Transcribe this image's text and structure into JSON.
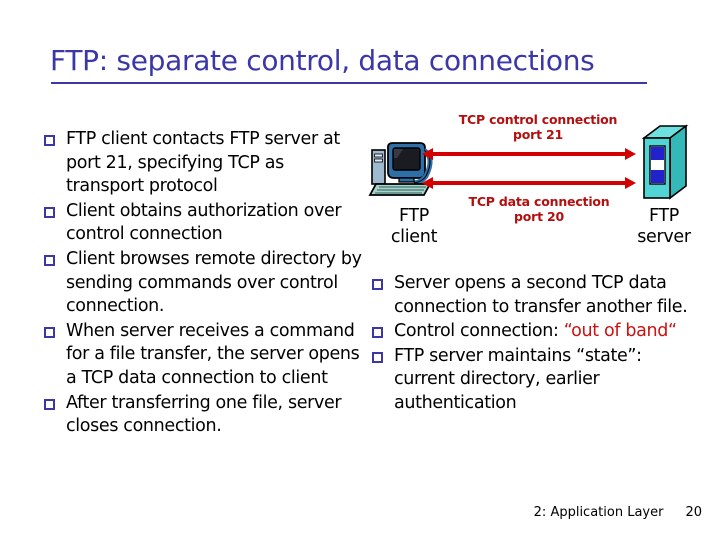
{
  "slide": {
    "title": "FTP: separate control, data connections",
    "title_color": "#3b37a8",
    "background": "#ffffff"
  },
  "left_bullets": [
    {
      "text": "FTP client contacts FTP server at port 21, specifying TCP as transport protocol"
    },
    {
      "text": "Client obtains authorization over control connection"
    },
    {
      "text": "Client browses remote directory by sending commands over control connection."
    },
    {
      "text": "When server receives a command for a file transfer, the server opens a TCP data connection to client"
    },
    {
      "text": "After transferring one file, server closes connection."
    }
  ],
  "right_bullets": [
    {
      "pre": "Server opens a second TCP data connection to transfer another file.",
      "highlight": "",
      "post": ""
    },
    {
      "pre": "Control connection: ",
      "highlight": "“out of band“",
      "post": ""
    },
    {
      "pre": "FTP server maintains “state”: current directory, earlier authentication",
      "highlight": "",
      "post": ""
    }
  ],
  "diagram": {
    "control_label_line1": "TCP control connection",
    "control_label_line2": "port 21",
    "data_label_line1": "TCP data connection",
    "data_label_line2": "port 20",
    "client_label_line1": "FTP",
    "client_label_line2": "client",
    "server_label_line1": "FTP",
    "server_label_line2": "server",
    "arrow_color": "#d20000",
    "label_color": "#b40f0f",
    "server_body_color": "#4fd0d0",
    "server_panel_color": "#2222cc"
  },
  "footer": {
    "chapter": "2: Application Layer",
    "page_number": "20"
  }
}
